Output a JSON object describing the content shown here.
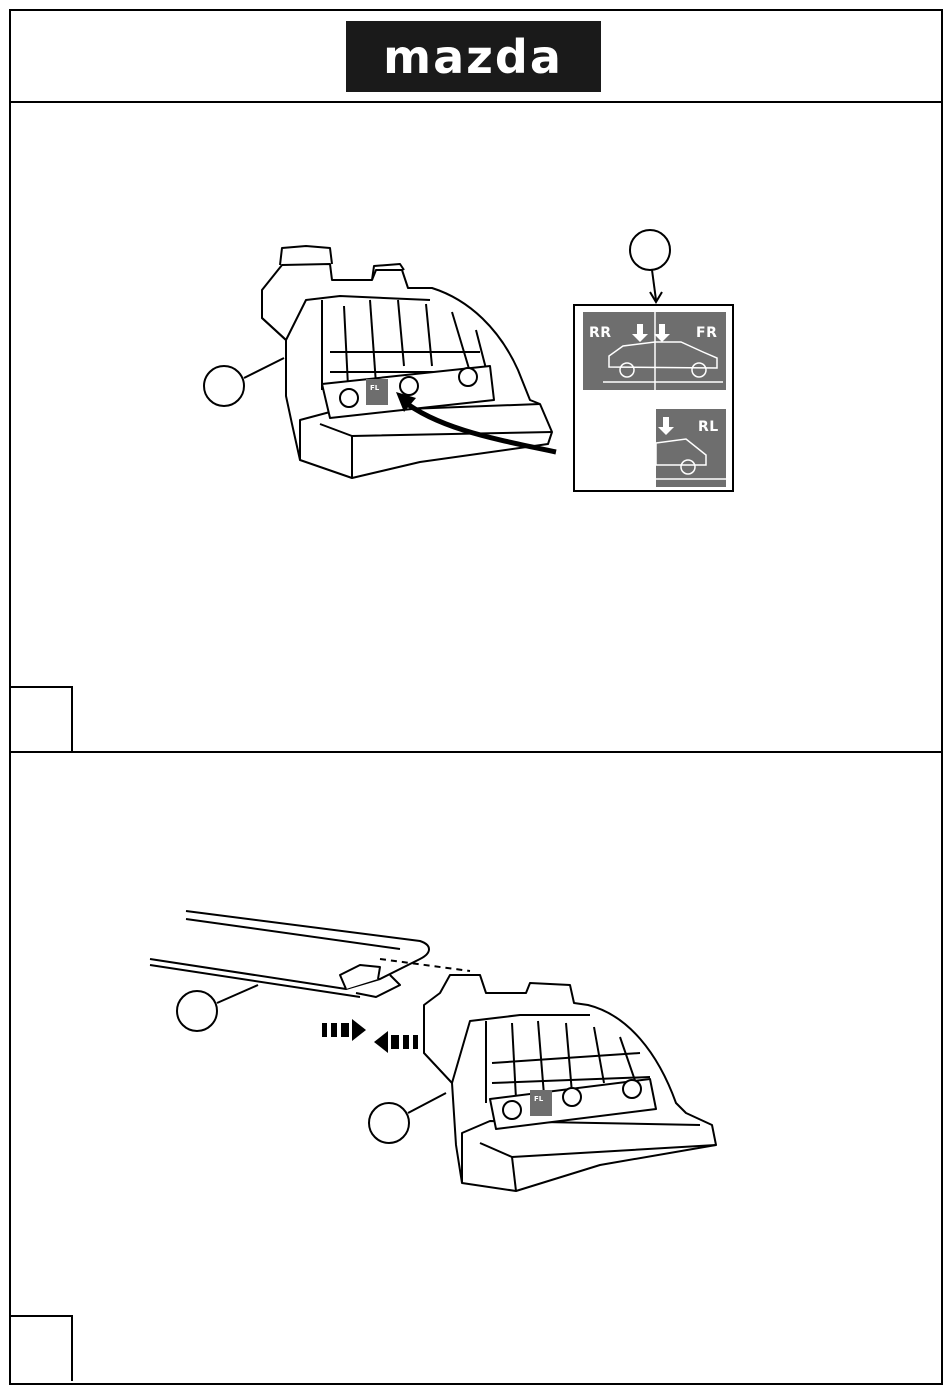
{
  "header": {
    "brand": "mazda"
  },
  "inset": {
    "labels": {
      "rear_right": "RR",
      "front_right": "FR",
      "rear_left": "RL"
    }
  },
  "sticker": {
    "label": "FL"
  }
}
